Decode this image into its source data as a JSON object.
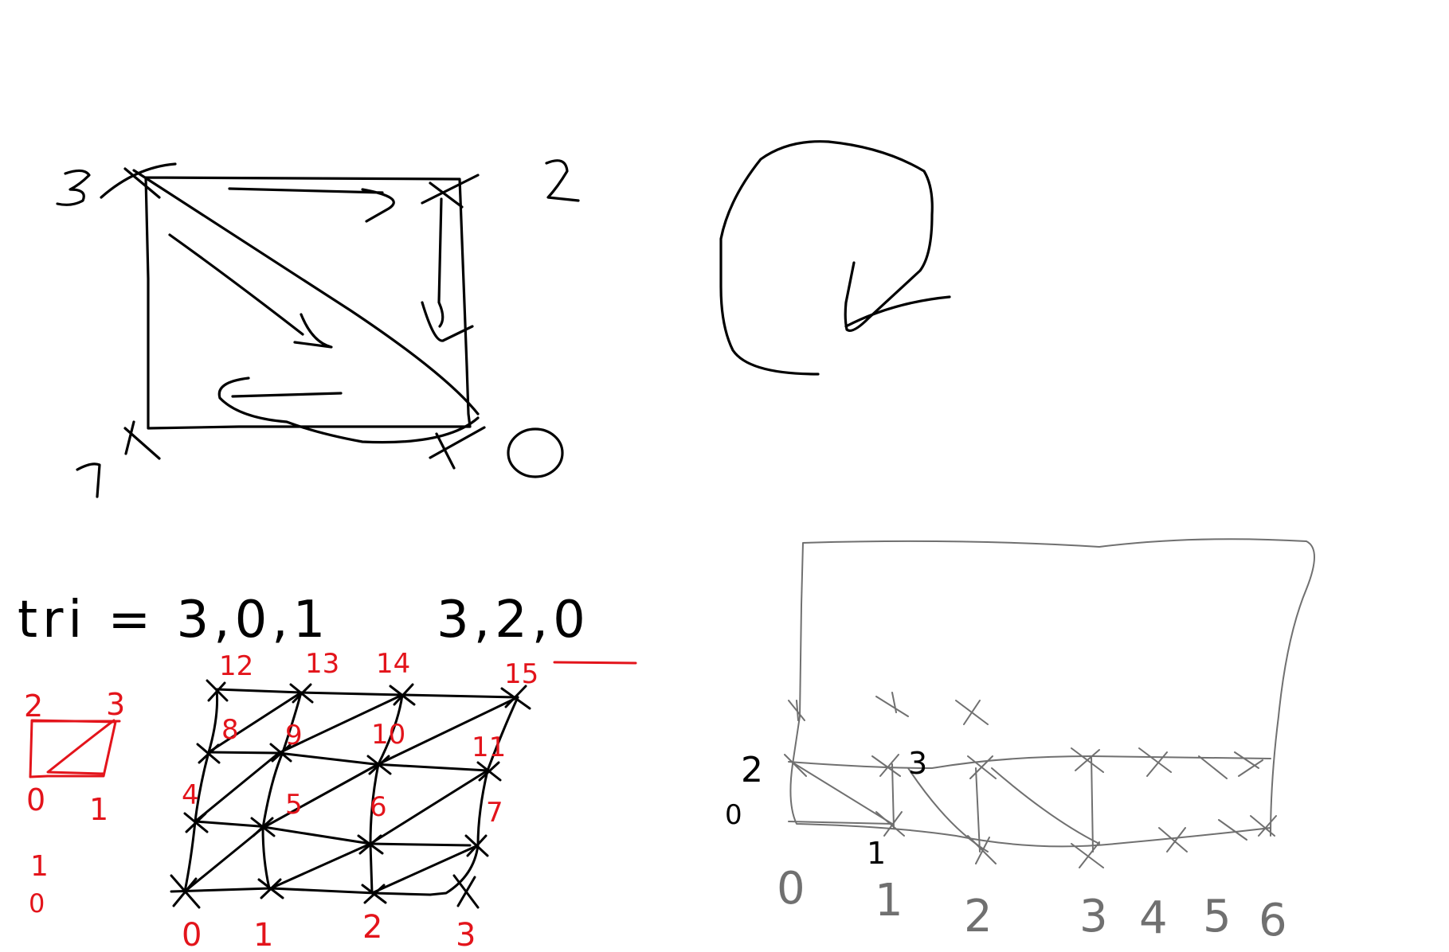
{
  "colors": {
    "ink": "#000000",
    "red": "#e3141b",
    "gray": "#707070",
    "bg": "#ffffff"
  },
  "sketch1": {
    "corner_labels": {
      "c3": "3",
      "c2": "2",
      "c1": "1",
      "c0": "0"
    }
  },
  "formula": {
    "text": "tri = 3,0,1",
    "second": "3,2,0"
  },
  "mini_quad": {
    "labels": {
      "tl": "2",
      "tr": "3",
      "bl": "0",
      "br": "1"
    },
    "below": [
      "1",
      "0"
    ]
  },
  "grid": {
    "top_labels": [
      "12",
      "13",
      "14",
      "15"
    ],
    "row2_labels": [
      "8",
      "9",
      "10",
      "11"
    ],
    "row1_labels": [
      "4",
      "5",
      "6",
      "7"
    ],
    "bottom_labels": [
      "0",
      "1",
      "2",
      "3"
    ]
  },
  "strip": {
    "side_labels": {
      "two": "2",
      "zero": "0"
    },
    "inner_labels": {
      "three": "3",
      "one": "1"
    },
    "bottom_labels": [
      "0",
      "1",
      "2",
      "3",
      "4",
      "5",
      "6"
    ]
  }
}
